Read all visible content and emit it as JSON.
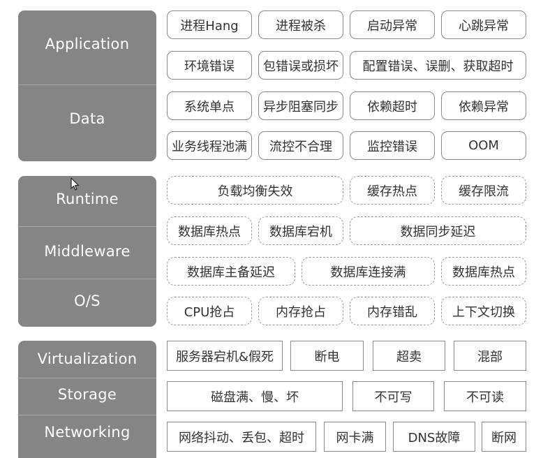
{
  "layers": {
    "application": "Application",
    "data": "Data",
    "runtime": "Runtime",
    "middleware": "Middleware",
    "os": "O/S",
    "virtualization": "Virtualization",
    "storage": "Storage",
    "networking": "Networking"
  },
  "app_data_faults": [
    [
      "进程Hang",
      "进程被杀",
      "启动异常",
      "心跳异常"
    ],
    [
      "环境错误",
      "包错误或损坏",
      "配置错误、误删、获取超时"
    ],
    [
      "系统单点",
      "异步阻塞同步",
      "依赖超时",
      "依赖异常"
    ],
    [
      "业务线程池满",
      "流控不合理",
      "监控错误",
      "OOM"
    ]
  ],
  "runtime_os_faults": [
    [
      "负载均衡失效",
      "缓存热点",
      "缓存限流"
    ],
    [
      "数据库热点",
      "数据库宕机",
      "数据同步延迟"
    ],
    [
      "数据库主备延迟",
      "数据库连接满",
      "数据库热点"
    ],
    [
      "CPU抢占",
      "内存抢占",
      "内存错乱",
      "上下文切换"
    ]
  ],
  "infra_faults": [
    [
      "服务器宕机&假死",
      "断电",
      "超卖",
      "混部"
    ],
    [
      "磁盘满、慢、坏",
      "不可写",
      "不可读"
    ],
    [
      "网络抖动、丢包、超时",
      "网卡满",
      "DNS故障",
      "断网"
    ]
  ]
}
